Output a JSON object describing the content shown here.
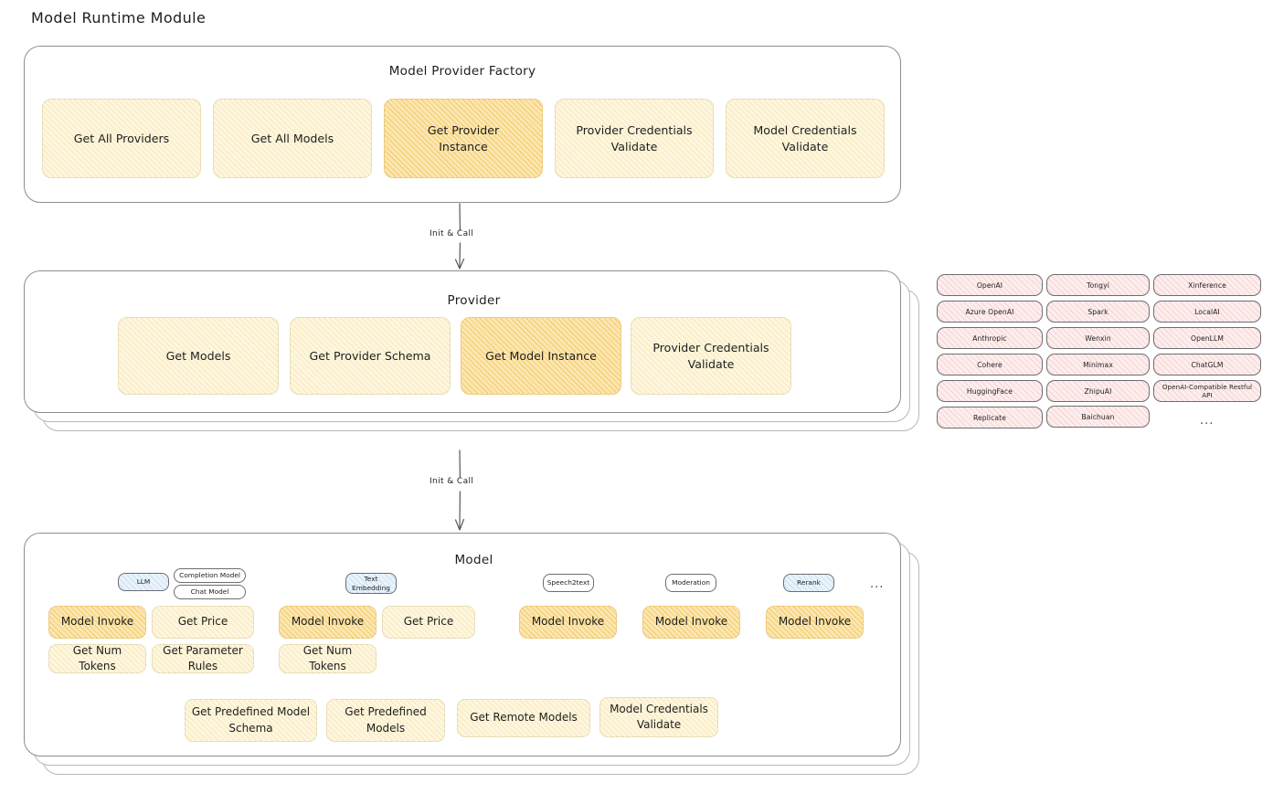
{
  "page": {
    "title": "Model Runtime Module"
  },
  "factory": {
    "title": "Model Provider Factory",
    "boxes": [
      {
        "label": "Get All Providers",
        "highlight": false
      },
      {
        "label": "Get All Models",
        "highlight": false
      },
      {
        "label": "Get Provider\nInstance",
        "highlight": true
      },
      {
        "label": "Provider Credentials\nValidate",
        "highlight": false
      },
      {
        "label": "Model Credentials\nValidate",
        "highlight": false
      }
    ]
  },
  "connectors": [
    {
      "label": "Init & Call"
    },
    {
      "label": "Init & Call"
    }
  ],
  "provider": {
    "title": "Provider",
    "boxes": [
      {
        "label": "Get Models",
        "highlight": false
      },
      {
        "label": "Get Provider Schema",
        "highlight": false
      },
      {
        "label": "Get Model Instance",
        "highlight": true
      },
      {
        "label": "Provider Credentials\nValidate",
        "highlight": false
      }
    ]
  },
  "provider_list": {
    "columns": [
      [
        "OpenAI",
        "Azure OpenAI",
        "Anthropic",
        "Cohere",
        "HuggingFace",
        "Replicate"
      ],
      [
        "Tongyi",
        "Spark",
        "Wenxin",
        "Minimax",
        "ZhipuAI",
        "Baichuan"
      ],
      [
        "Xinference",
        "LocalAI",
        "OpenLLM",
        "ChatGLM",
        "OpenAI-Compatible Restful API"
      ]
    ],
    "more": "..."
  },
  "model": {
    "title": "Model",
    "more": "...",
    "types": [
      {
        "name": "LLM",
        "filled": true,
        "subtypes": [
          {
            "label": "Completion Model"
          },
          {
            "label": "Chat Model"
          }
        ],
        "methods": [
          {
            "label": "Model Invoke",
            "highlight": true
          },
          {
            "label": "Get Price",
            "highlight": false
          },
          {
            "label": "Get Num Tokens",
            "highlight": false
          },
          {
            "label": "Get Parameter\nRules",
            "highlight": false
          }
        ]
      },
      {
        "name": "Text\nEmbedding",
        "filled": true,
        "subtypes": [],
        "methods": [
          {
            "label": "Model Invoke",
            "highlight": true
          },
          {
            "label": "Get Price",
            "highlight": false
          },
          {
            "label": "Get Num Tokens",
            "highlight": false
          }
        ]
      },
      {
        "name": "Speech2text",
        "filled": false,
        "subtypes": [],
        "methods": [
          {
            "label": "Model Invoke",
            "highlight": true
          }
        ]
      },
      {
        "name": "Moderation",
        "filled": false,
        "subtypes": [],
        "methods": [
          {
            "label": "Model Invoke",
            "highlight": true
          }
        ]
      },
      {
        "name": "Rerank",
        "filled": true,
        "subtypes": [],
        "methods": [
          {
            "label": "Model Invoke",
            "highlight": true
          }
        ]
      }
    ],
    "common_methods": [
      {
        "label": "Get Predefined Model\nSchema"
      },
      {
        "label": "Get Predefined\nModels"
      },
      {
        "label": "Get Remote Models"
      },
      {
        "label": "Model Credentials\nValidate"
      }
    ]
  }
}
